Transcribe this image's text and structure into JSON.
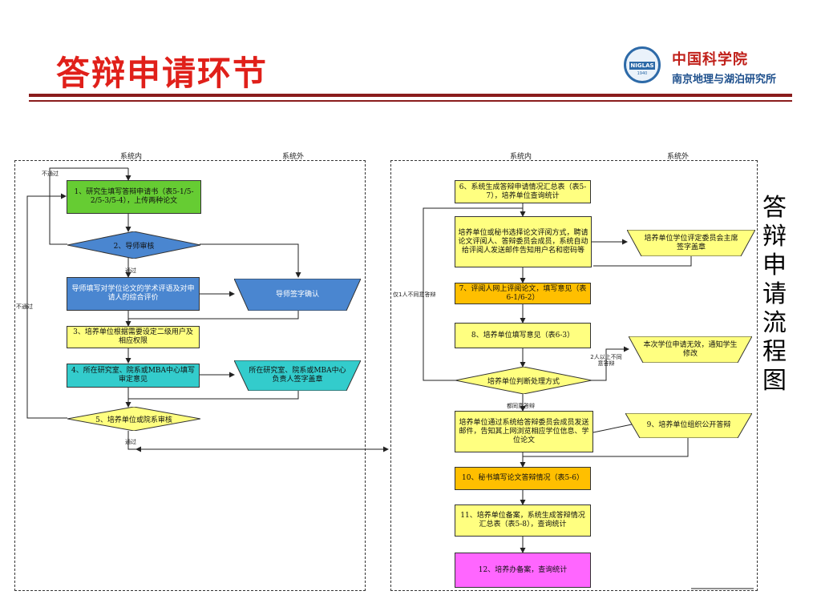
{
  "header": {
    "title": "答辩申请环节",
    "org_line1": "中国科学院",
    "org_line2": "南京地理与湖泊研究所",
    "logo_text": "NIGLAS",
    "logo_year": "1940"
  },
  "side_title": [
    "答",
    "辩",
    "申",
    "请",
    "流",
    "程",
    "图"
  ],
  "left_panel": {
    "col_inside": "系统内",
    "col_outside": "系统外",
    "nodes": {
      "n1": "1、研究生填写答辩申请书（表5-1/5-2/5-3/5-4），上传两种论文",
      "n2": "2、导师审核",
      "n_tutor_eval": "导师填写对学位论文的学术评语及对申请人的综合评价",
      "n_tutor_sign": "导师签字确认",
      "n3": "3、培养单位根据需要设定二级用户及相应权限",
      "n4": "4、所在研究室、院系或MBA中心填写审定意见",
      "n_dept_sign": "所在研究室、院系或MBA中心负责人签字盖章",
      "n5": "5、培养单位或院系审核"
    },
    "labels": {
      "fail_top": "不通过",
      "fail_left": "不通过",
      "pass_2": "通过",
      "pass_5": "通过"
    }
  },
  "right_panel": {
    "col_inside": "系统内",
    "col_outside": "系统外",
    "nodes": {
      "n6": "6、系统生成答辩申请情况汇总表（表5-7），培养单位查询统计",
      "n_select": "培养单位或秘书选择论文评阅方式，聘请论文评阅人、答辩委员会成员，系统自动给评阅人发送邮件告知用户名和密码等",
      "n_committee_sign": "培养单位学位评定委员会主席签字盖章",
      "n7": "7、评阅人网上评阅论文，填写意见（表6-1/6-2）",
      "n8": "8、培养单位填写意见（表6-3）",
      "n_invalid": "本次学位申请无效，通知学生修改",
      "n_decide": "培养单位判断处理方式",
      "n_notify": "培养单位通过系统给答辩委员会成员发送邮件，告知其上网浏览相应学位信息、学位论文",
      "n9": "9、培养单位组织公开答辩",
      "n10": "10、秘书填写论文答辩情况（表5-6）",
      "n11": "11、培养单位备案，系统生成答辩情况汇总表（表5-8），查询统计",
      "n12": "12、培养办备案，查询统计"
    },
    "labels": {
      "only_one": "仅1人不同意答辩",
      "two_more": "2人以上不同意答辩",
      "all_agree": "都同意答辩"
    }
  },
  "colors": {
    "title_red": "#e0201a",
    "rule": "#8a1c1c",
    "green": "#66cc33",
    "blue": "#4a86d0",
    "yellow": "#ffff80",
    "teal": "#33cccc",
    "orange": "#ffbf00",
    "pink": "#ff66ff"
  }
}
